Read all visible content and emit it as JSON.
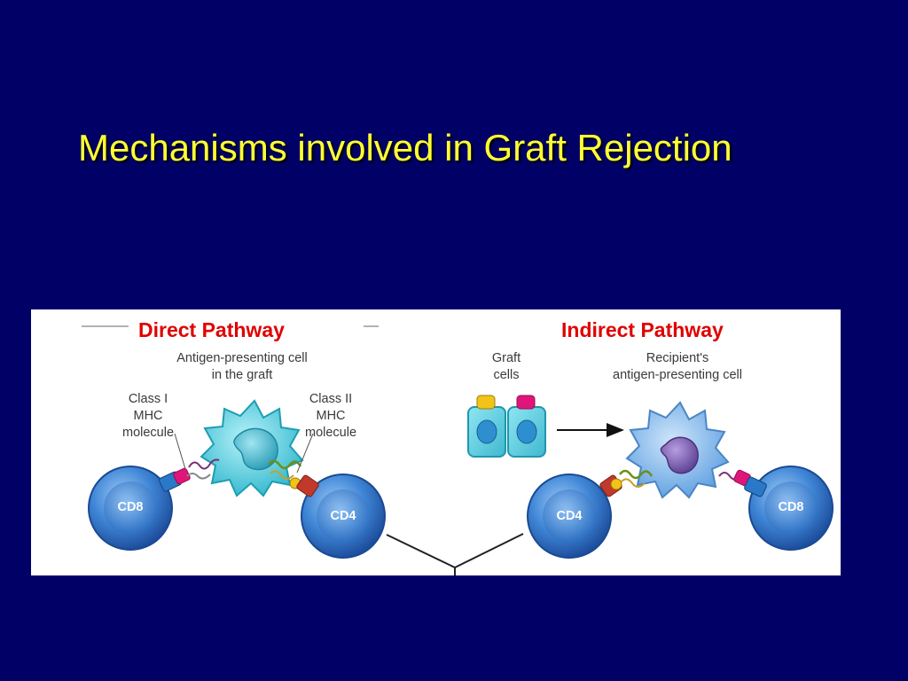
{
  "slide": {
    "title": "Mechanisms involved in Graft Rejection",
    "background_color": "#000066",
    "title_color": "#ffff33"
  },
  "diagram": {
    "direct": {
      "heading": "Direct Pathway",
      "apc_label": "Antigen-presenting cell\nin the graft",
      "class1_label": "Class I\nMHC\nmolecule",
      "class2_label": "Class II\nMHC\nmolecule",
      "cd8_label": "CD8",
      "cd4_label": "CD4"
    },
    "indirect": {
      "heading": "Indirect Pathway",
      "graft_label": "Graft\ncells",
      "apc_label": "Recipient's\nantigen-presenting cell",
      "cd4_label": "CD4",
      "cd8_label": "CD8"
    },
    "colors": {
      "heading": "#e00000",
      "t_cell": "#2f74c9",
      "donor_apc": "#3fd0e0",
      "recipient_apc": "#6aaee6",
      "nucleus": "#7a5bb0",
      "graft_cell": "#5fd3e6"
    }
  }
}
